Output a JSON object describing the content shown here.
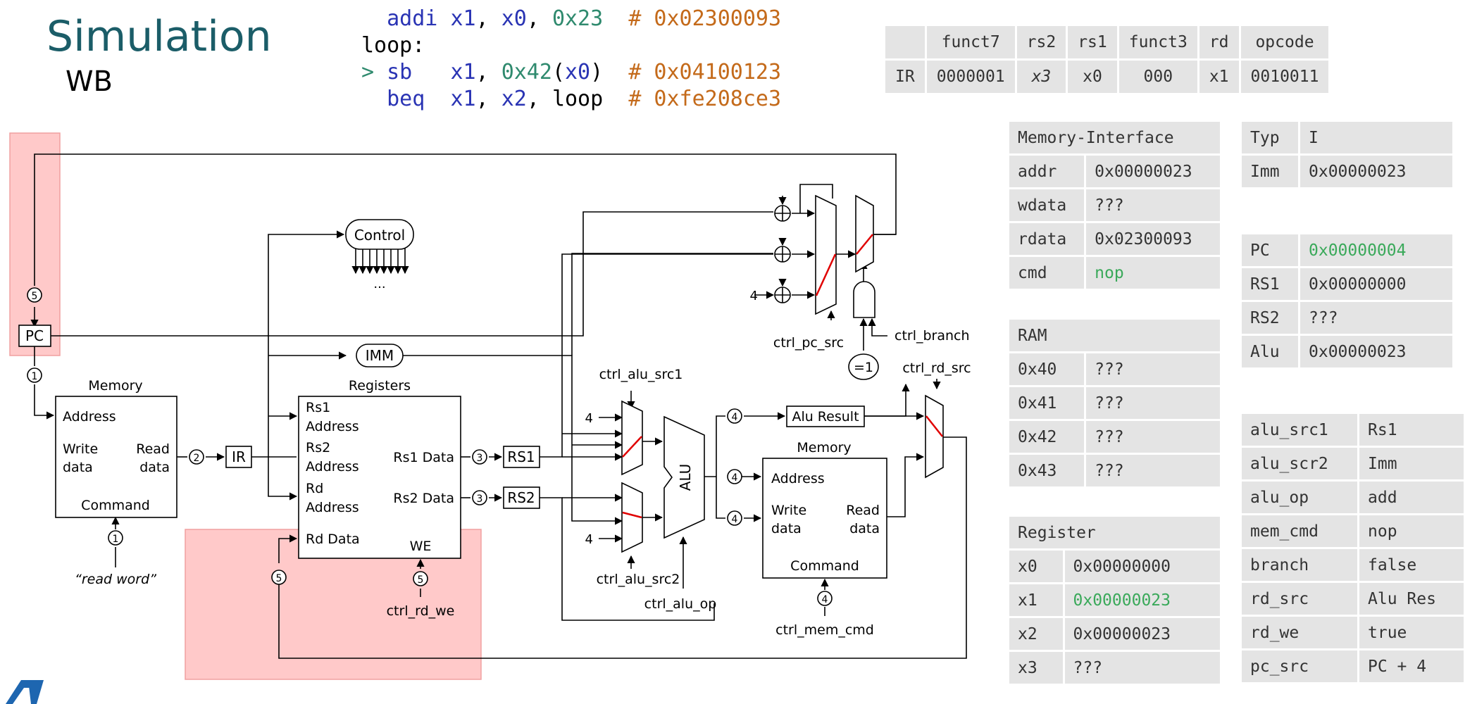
{
  "slide": {
    "title": "Simulation",
    "subtitle": "WB"
  },
  "code": {
    "line1": {
      "mnemonic": "addi",
      "r1": "x1",
      "r2": "x0",
      "imm": "0x23",
      "comment": "# 0x02300093"
    },
    "line2": {
      "label": "loop:"
    },
    "line3": {
      "marker": ">",
      "mnemonic": "sb",
      "r1": "x1",
      "imm": "0x42",
      "base": "x0",
      "comment": "# 0x04100123"
    },
    "line4": {
      "mnemonic": "beq",
      "r1": "x1",
      "r2": "x2",
      "target": "loop",
      "comment": "# 0xfe208ce3"
    }
  },
  "ir_table": {
    "headers": [
      "funct7",
      "rs2",
      "rs1",
      "funct3",
      "rd",
      "opcode"
    ],
    "row_label": "IR",
    "values": [
      "0000001",
      "x3",
      "x0",
      "000",
      "x1",
      "0010011"
    ]
  },
  "memory_interface": {
    "title": "Memory-Interface",
    "rows": [
      {
        "label": "addr",
        "value": "0x00000023"
      },
      {
        "label": "wdata",
        "value": "???"
      },
      {
        "label": "rdata",
        "value": "0x02300093"
      },
      {
        "label": "cmd",
        "value": "nop"
      }
    ]
  },
  "ram": {
    "title": "RAM",
    "rows": [
      {
        "label": "0x40",
        "value": "???"
      },
      {
        "label": "0x41",
        "value": "???"
      },
      {
        "label": "0x42",
        "value": "???"
      },
      {
        "label": "0x43",
        "value": "???"
      }
    ]
  },
  "register": {
    "title": "Register",
    "rows": [
      {
        "label": "x0",
        "value": "0x00000000"
      },
      {
        "label": "x1",
        "value": "0x00000023"
      },
      {
        "label": "x2",
        "value": "0x00000023"
      },
      {
        "label": "x3",
        "value": "???"
      }
    ]
  },
  "decode": {
    "rows": [
      {
        "label": "Typ",
        "value": "I"
      },
      {
        "label": "Imm",
        "value": "0x00000023"
      }
    ]
  },
  "state": {
    "rows": [
      {
        "label": "PC",
        "value": "0x00000004"
      },
      {
        "label": "RS1",
        "value": "0x00000000"
      },
      {
        "label": "RS2",
        "value": "???"
      },
      {
        "label": "Alu",
        "value": "0x00000023"
      }
    ]
  },
  "control_signals": {
    "rows": [
      {
        "label": "alu_src1",
        "value": "Rs1"
      },
      {
        "label": "alu_scr2",
        "value": "Imm"
      },
      {
        "label": "alu_op",
        "value": "add"
      },
      {
        "label": "mem_cmd",
        "value": "nop"
      },
      {
        "label": "branch",
        "value": "false"
      },
      {
        "label": "rd_src",
        "value": "Alu Res"
      },
      {
        "label": "rd_we",
        "value": "true"
      },
      {
        "label": "pc_src",
        "value": "PC + 4"
      }
    ]
  },
  "diagram": {
    "control": "Control",
    "control_dots": "...",
    "pc": "PC",
    "imm": "IMM",
    "ir": "IR",
    "rs1": "RS1",
    "rs2": "RS2",
    "alu": "ALU",
    "alu_result": "Alu Result",
    "eq1": "=1",
    "four_a": "4",
    "four_b": "4",
    "four_c": "4",
    "imem": {
      "title": "Memory",
      "address": "Address",
      "write": "Write",
      "data_w": "data",
      "read": "Read",
      "data_r": "data",
      "command": "Command"
    },
    "regs": {
      "title": "Registers",
      "rs1": "Rs1",
      "addr1": "Address",
      "rs2": "Rs2",
      "addr2": "Address",
      "rd": "Rd",
      "addr3": "Address",
      "rs1data": "Rs1 Data",
      "rs2data": "Rs2 Data",
      "rddata": "Rd Data",
      "we": "WE"
    },
    "dmem": {
      "title": "Memory",
      "address": "Address",
      "write": "Write",
      "data_w": "data",
      "read": "Read",
      "data_r": "data",
      "command": "Command"
    },
    "ctrl": {
      "pc_src": "ctrl_pc_src",
      "branch": "ctrl_branch",
      "rd_src": "ctrl_rd_src",
      "alu_src1": "ctrl_alu_src1",
      "alu_src2": "ctrl_alu_src2",
      "alu_op": "ctrl_alu_op",
      "mem_cmd": "ctrl_mem_cmd",
      "rd_we": "ctrl_rd_we"
    },
    "read_word": "“read word”",
    "stage": {
      "s1a": "1",
      "s1b": "1",
      "s2": "2",
      "s3a": "3",
      "s3b": "3",
      "s4a": "4",
      "s4b": "4",
      "s4c": "4",
      "s4d": "4",
      "s5a": "5",
      "s5b": "5",
      "s5c": "5"
    }
  },
  "colors": {
    "title": "#1b5d68",
    "highlight": "#3aa95a",
    "mux_select": "#e00000",
    "stage_region": "#ffc9c9"
  }
}
